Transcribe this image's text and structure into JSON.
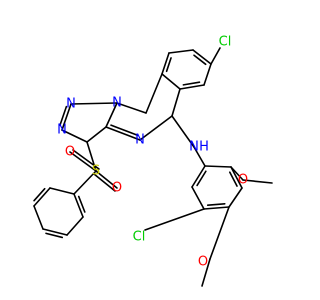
{
  "colors": {
    "bond": "#000000",
    "carbon": "#000000",
    "nitrogen": "#0000ff",
    "oxygen": "#ff0000",
    "sulfur": "#cccc00",
    "chlorine": "#00cc00"
  },
  "atoms": {
    "cl_top": "Cl",
    "n1": "N",
    "n2": "N",
    "n3": "N",
    "n4": "N",
    "n_amine": "N",
    "h_amine": "H",
    "s": "S",
    "o_s_upper": "O",
    "o_s_lower": "O",
    "o_methoxy_upper": "O",
    "o_methoxy_lower": "O",
    "cl_lower": "Cl"
  }
}
